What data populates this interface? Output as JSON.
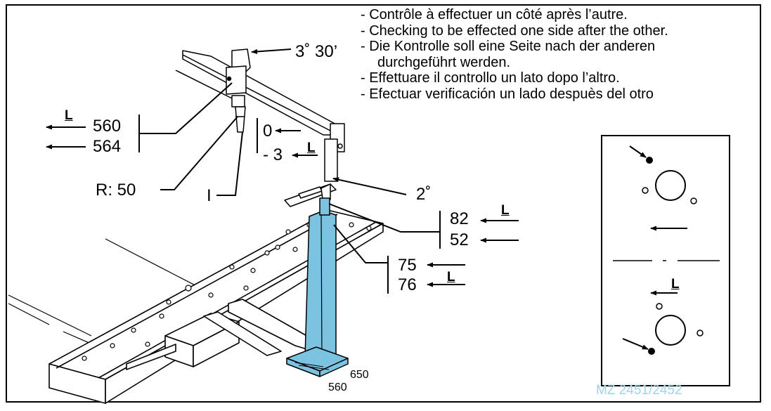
{
  "notes": [
    "- Contrôle à effectuer un côté après l’autre.",
    "- Checking to be effected one side after the other.",
    "- Die Kontrolle soll eine Seite nach der anderen",
    "durchgeführt werden.",
    "- Effettuare il controllo un lato dopo l’altro.",
    "- Efectuar verificación un lado despuès del otro"
  ],
  "labels": {
    "angle_top": "3˚ 30’",
    "angle_side": "2˚",
    "l_marker": "L",
    "val_560": "560",
    "val_564": "564",
    "val_0": "0",
    "val_minus3": "- 3",
    "radius": "R: 50",
    "point_i": "I",
    "val_82": "82",
    "val_52": "52",
    "val_75": "75",
    "val_76": "76",
    "base_650": "650",
    "base_560": "560"
  },
  "reference": "MZ 2451/2452",
  "colors": {
    "column": "#7cc3e1",
    "reference": "#9fd3e8",
    "ink": "#000000"
  }
}
